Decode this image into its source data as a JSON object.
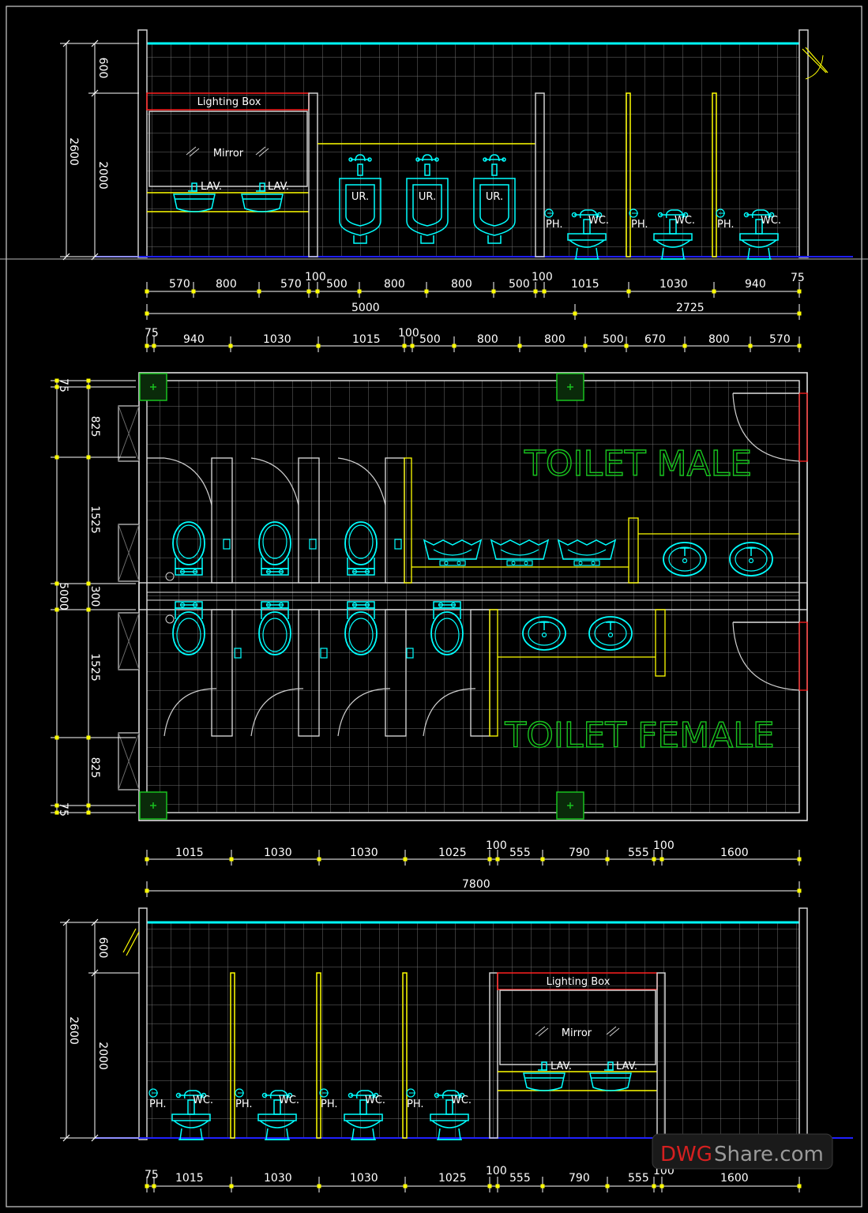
{
  "elev_top": {
    "dims_h_segments": [
      "570",
      "800",
      "570",
      "100",
      "500",
      "800",
      "800",
      "500",
      "100",
      "1015",
      "1030",
      "940",
      "75"
    ],
    "dims_h_totals": [
      "5000",
      "2725"
    ],
    "dims_v": [
      "600",
      "2000",
      "2600"
    ],
    "labels": {
      "lighting_box": "Lighting Box",
      "mirror": "Mirror",
      "lav": "LAV.",
      "urinal": "UR.",
      "wc": "WC.",
      "ph": "PH."
    }
  },
  "plan": {
    "dims_top": [
      "75",
      "940",
      "1030",
      "1015",
      "100",
      "500",
      "800",
      "800",
      "500",
      "670",
      "800",
      "570"
    ],
    "dims_left": [
      "75",
      "825",
      "1525",
      "300",
      "1525",
      "825",
      "75"
    ],
    "dims_left_total": "5000",
    "dims_bottom": [
      "1015",
      "1030",
      "1030",
      "1025",
      "100",
      "555",
      "790",
      "555",
      "100",
      "1600"
    ],
    "dims_bottom_total": "7800",
    "room_male": "TOILET  MALE",
    "room_female": "TOILET  FEMALE"
  },
  "elev_bottom": {
    "dims_h_segments": [
      "75",
      "1015",
      "1030",
      "1030",
      "1025",
      "100",
      "555",
      "790",
      "555",
      "100",
      "1600"
    ],
    "dims_v": [
      "600",
      "2000",
      "2600"
    ],
    "labels": {
      "lighting_box": "Lighting Box",
      "mirror": "Mirror",
      "lav": "LAV.",
      "wc": "WC.",
      "ph": "PH."
    }
  },
  "watermark": {
    "part1": "DWG",
    "part2": "Share.com"
  },
  "colors": {
    "background": "#000000",
    "frame": "#ffffff",
    "cyan": "#00ffff",
    "yellow": "#ffff00",
    "red": "#ff2020",
    "green": "#19c21f",
    "grid": "#6e6e6e",
    "floor": "#2020ff"
  }
}
